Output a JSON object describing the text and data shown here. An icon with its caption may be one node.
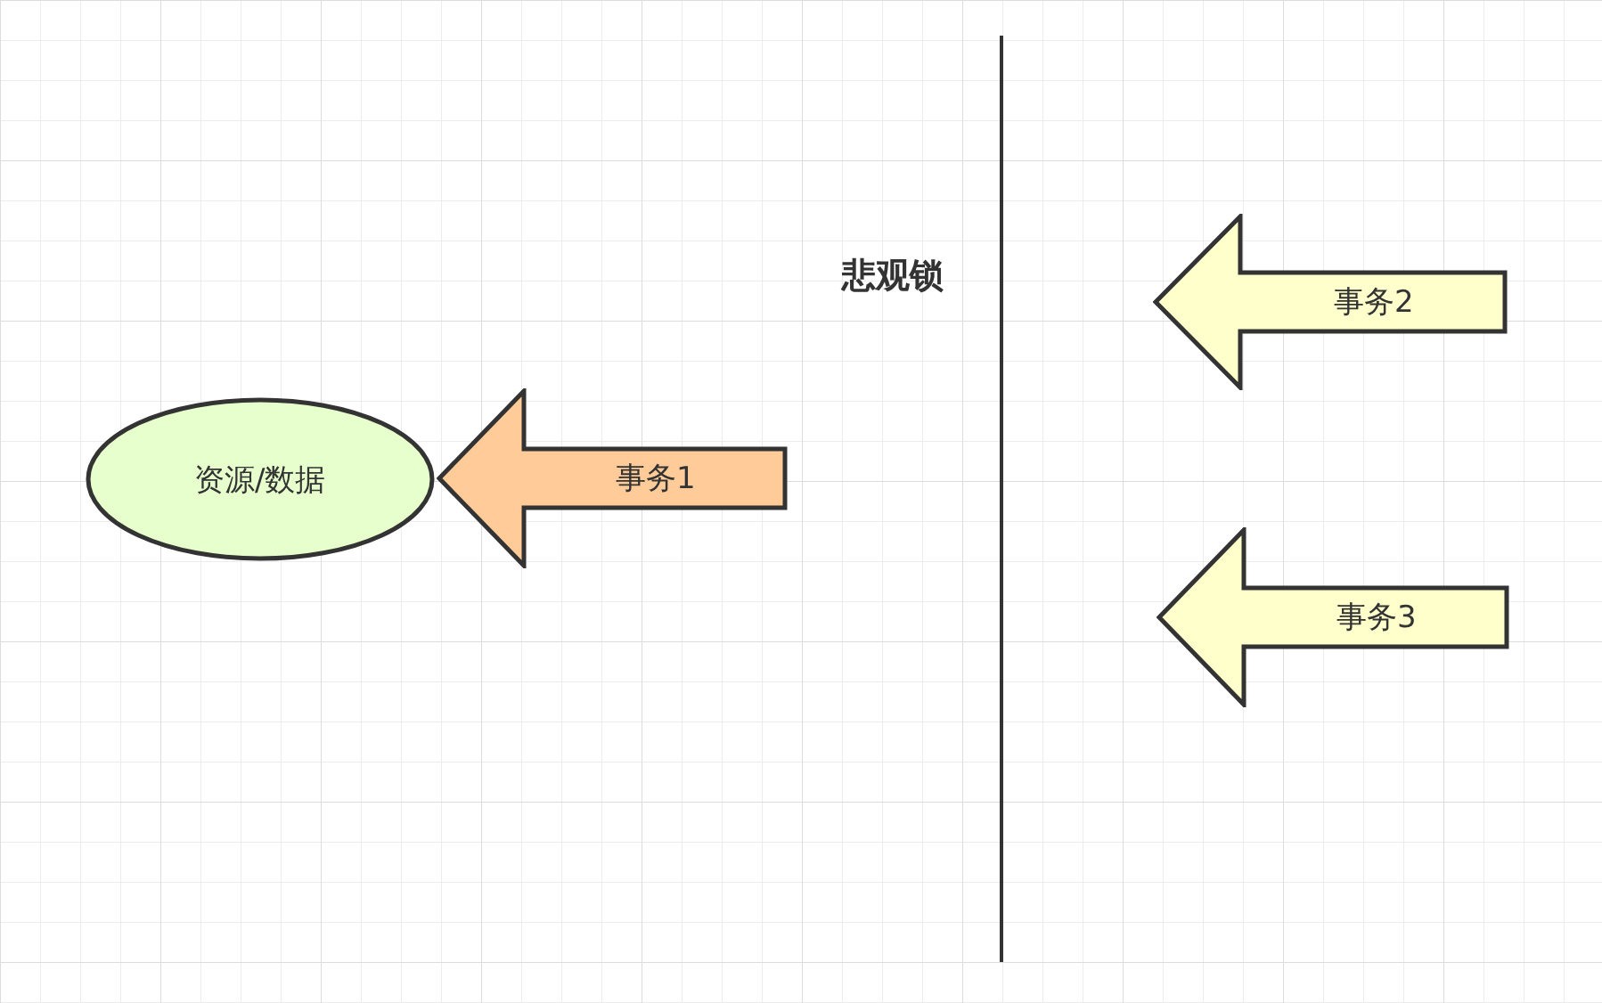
{
  "diagram": {
    "nodes": [
      {
        "text": [
          "资源/数据"
        ]
      },
      {
        "text": [
          "事务1"
        ]
      },
      {
        "text": [
          "事务2"
        ]
      },
      {
        "text": [
          "事务3"
        ]
      }
    ],
    "labels": [
      "悲观锁"
    ]
  }
}
